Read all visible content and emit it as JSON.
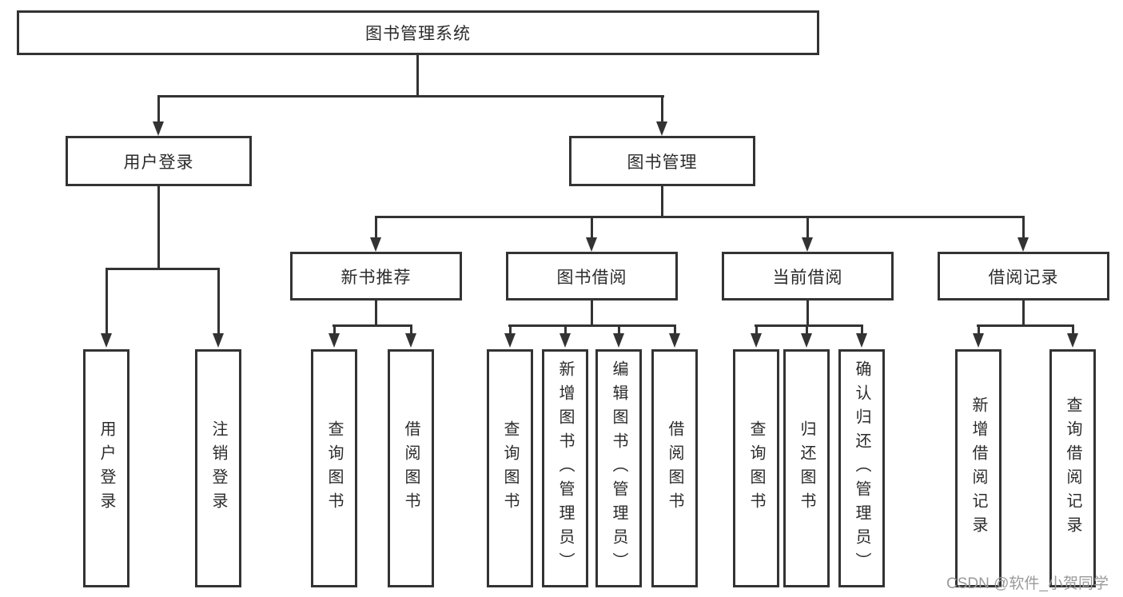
{
  "nodes": {
    "root": "图书管理系统",
    "level2": [
      {
        "label": "用户登录",
        "children": [
          "用户登录",
          "注销登录"
        ]
      },
      {
        "label": "图书管理",
        "groups": [
          {
            "label": "新书推荐",
            "children": [
              "查询图书",
              "借阅图书"
            ]
          },
          {
            "label": "图书借阅",
            "children": [
              "查询图书",
              "新增图书（管理员）",
              "编辑图书（管理员）",
              "借阅图书"
            ]
          },
          {
            "label": "当前借阅",
            "children": [
              "查询图书",
              "归还图书",
              "确认归还（管理员）"
            ]
          },
          {
            "label": "借阅记录",
            "children": [
              "新增借阅记录",
              "查询借阅记录"
            ]
          }
        ]
      }
    ]
  },
  "watermark": "CSDN @软件_小贺同学",
  "colors": {
    "line": "#333333",
    "text": "#2b2b2b",
    "watermark": "#9a9a9a",
    "bg": "#ffffff"
  }
}
